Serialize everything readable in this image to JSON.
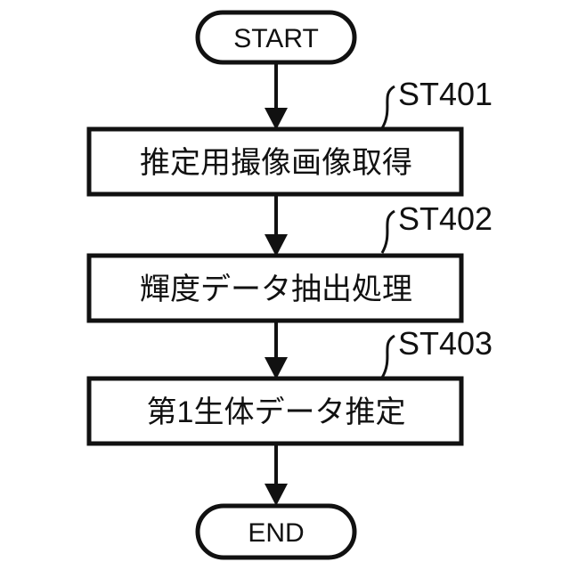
{
  "figure": {
    "type": "flowchart",
    "background_color": "#ffffff",
    "ink_color": "#111111"
  },
  "flowchart": {
    "start": {
      "label": "START"
    },
    "steps": [
      {
        "id": "ST401",
        "label": "推定用撮像画像取得"
      },
      {
        "id": "ST402",
        "label": "輝度データ抽出処理"
      },
      {
        "id": "ST403",
        "label": "第1生体データ推定"
      }
    ],
    "end": {
      "label": "END"
    }
  }
}
